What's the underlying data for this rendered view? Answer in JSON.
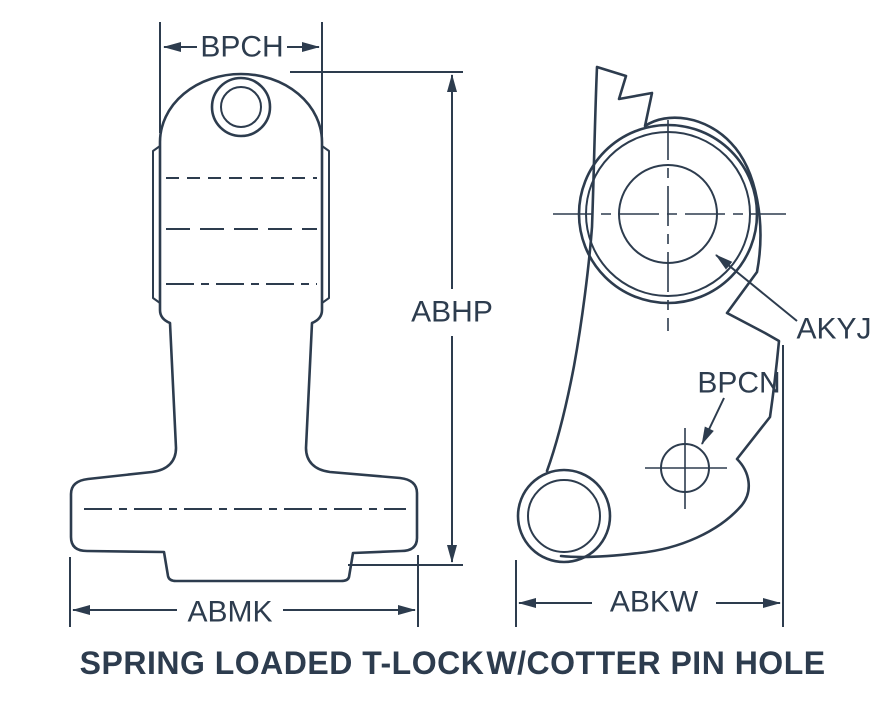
{
  "colors": {
    "ink": "#2d3c4e",
    "background": "#ffffff"
  },
  "caption": {
    "left": "SPRING LOADED T-LOCK",
    "right": "W/COTTER PIN HOLE"
  },
  "figure_left": {
    "dimensions": {
      "width_top": "BPCH",
      "height": "ABHP",
      "width_bottom": "ABMK"
    }
  },
  "figure_right": {
    "labels": {
      "large_bore": "AKYJ",
      "cotter_pin_hole": "BPCN",
      "width_bottom": "ABKW"
    }
  }
}
